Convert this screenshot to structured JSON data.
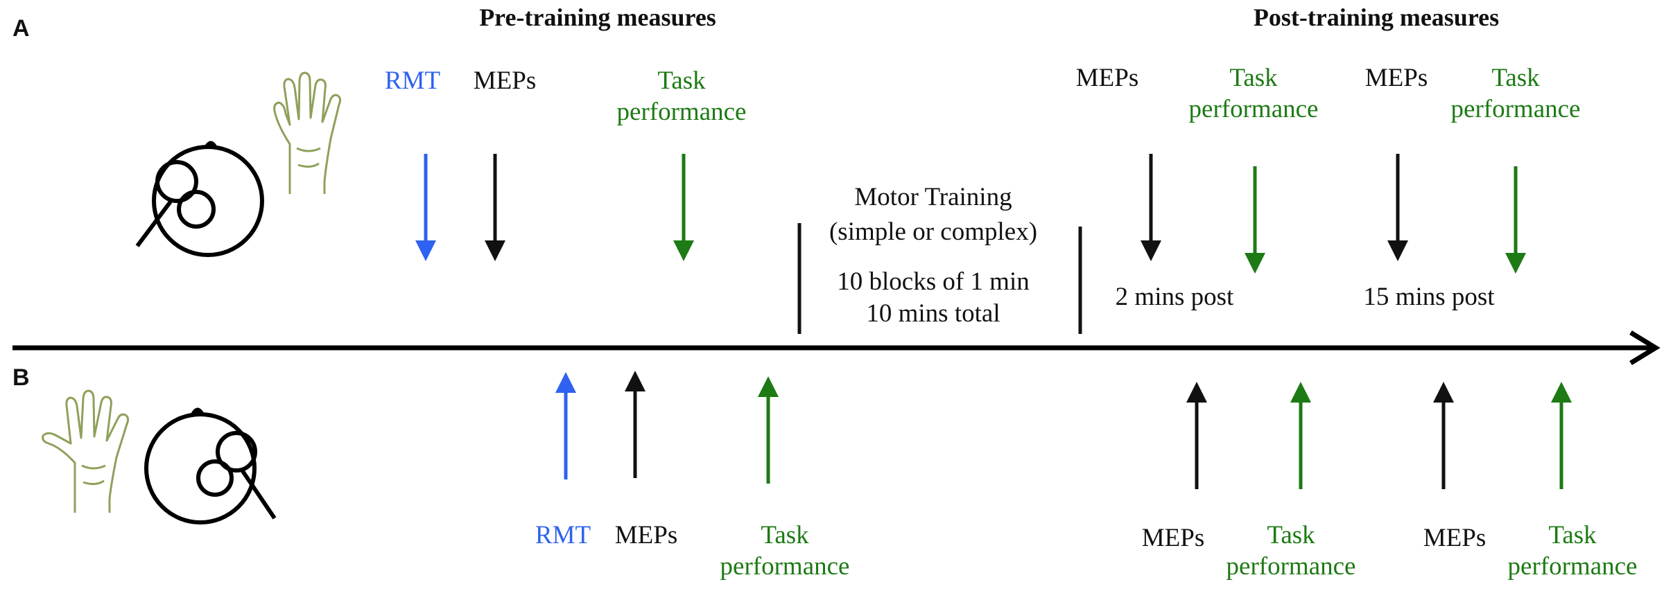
{
  "colors": {
    "rmt": "#2f62f0",
    "meps": "#111111",
    "task": "#1d7a14",
    "hand": "#8ea05a",
    "axis": "#000000"
  },
  "panel_a": {
    "label": "A",
    "pre_header": "Pre-training measures",
    "post_header": "Post-training measures",
    "rmt": "RMT",
    "meps": "MEPs",
    "task_line1": "Task",
    "task_line2": "performance",
    "post1_meps": "MEPs",
    "post1_task_line1": "Task",
    "post1_task_line2": "performance",
    "post2_meps": "MEPs",
    "post2_task_line1": "Task",
    "post2_task_line2": "performance",
    "post1_time": "2 mins post",
    "post2_time": "15 mins post"
  },
  "training": {
    "title": "Motor Training",
    "subtitle": "(simple or complex)",
    "blocks": "10 blocks of 1 min",
    "total": "10 mins total"
  },
  "panel_b": {
    "label": "B",
    "rmt": "RMT",
    "meps": "MEPs",
    "task_line1": "Task",
    "task_line2": "performance",
    "post1_meps": "MEPs",
    "post1_task_line1": "Task",
    "post1_task_line2": "performance",
    "post2_meps": "MEPs",
    "post2_task_line1": "Task",
    "post2_task_line2": "performance"
  },
  "icons": [
    "head-coil-icon",
    "hand-icon"
  ]
}
